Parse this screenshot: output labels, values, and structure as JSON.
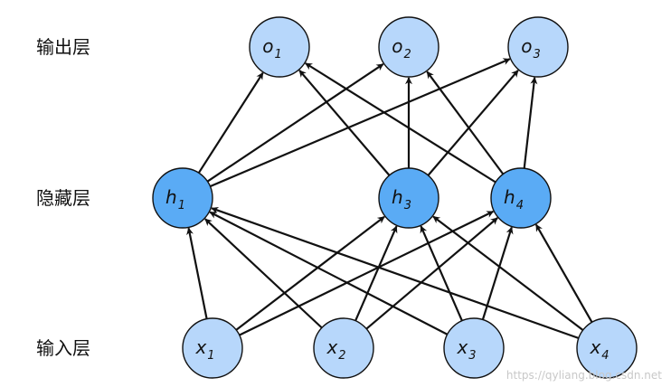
{
  "layers": [
    {
      "id": "output",
      "label": "输出层"
    },
    {
      "id": "hidden",
      "label": "隐藏层"
    },
    {
      "id": "input",
      "label": "输入层"
    }
  ],
  "nodes": [
    {
      "id": "o1",
      "base": "o",
      "sub": "1",
      "layer": "output"
    },
    {
      "id": "o2",
      "base": "o",
      "sub": "2",
      "layer": "output"
    },
    {
      "id": "o3",
      "base": "o",
      "sub": "3",
      "layer": "output"
    },
    {
      "id": "h1",
      "base": "h",
      "sub": "1",
      "layer": "hidden"
    },
    {
      "id": "h3",
      "base": "h",
      "sub": "3",
      "layer": "hidden"
    },
    {
      "id": "h4",
      "base": "h",
      "sub": "4",
      "layer": "hidden"
    },
    {
      "id": "x1",
      "base": "x",
      "sub": "1",
      "layer": "input"
    },
    {
      "id": "x2",
      "base": "x",
      "sub": "2",
      "layer": "input"
    },
    {
      "id": "x3",
      "base": "x",
      "sub": "3",
      "layer": "input"
    },
    {
      "id": "x4",
      "base": "x",
      "sub": "4",
      "layer": "input"
    }
  ],
  "edges": [
    [
      "h1",
      "o1"
    ],
    [
      "h1",
      "o2"
    ],
    [
      "h1",
      "o3"
    ],
    [
      "h3",
      "o1"
    ],
    [
      "h3",
      "o2"
    ],
    [
      "h3",
      "o3"
    ],
    [
      "h4",
      "o1"
    ],
    [
      "h4",
      "o2"
    ],
    [
      "h4",
      "o3"
    ],
    [
      "x1",
      "h1"
    ],
    [
      "x1",
      "h3"
    ],
    [
      "x1",
      "h4"
    ],
    [
      "x2",
      "h1"
    ],
    [
      "x2",
      "h3"
    ],
    [
      "x2",
      "h4"
    ],
    [
      "x3",
      "h1"
    ],
    [
      "x3",
      "h3"
    ],
    [
      "x3",
      "h4"
    ],
    [
      "x4",
      "h1"
    ],
    [
      "x4",
      "h3"
    ],
    [
      "x4",
      "h4"
    ]
  ],
  "colors": {
    "output": "#b7d7fb",
    "hidden": "#5aabf5",
    "input": "#b7d7fb",
    "edge": "#111111"
  },
  "watermark": "https://qyliang.blog.csdn.net"
}
